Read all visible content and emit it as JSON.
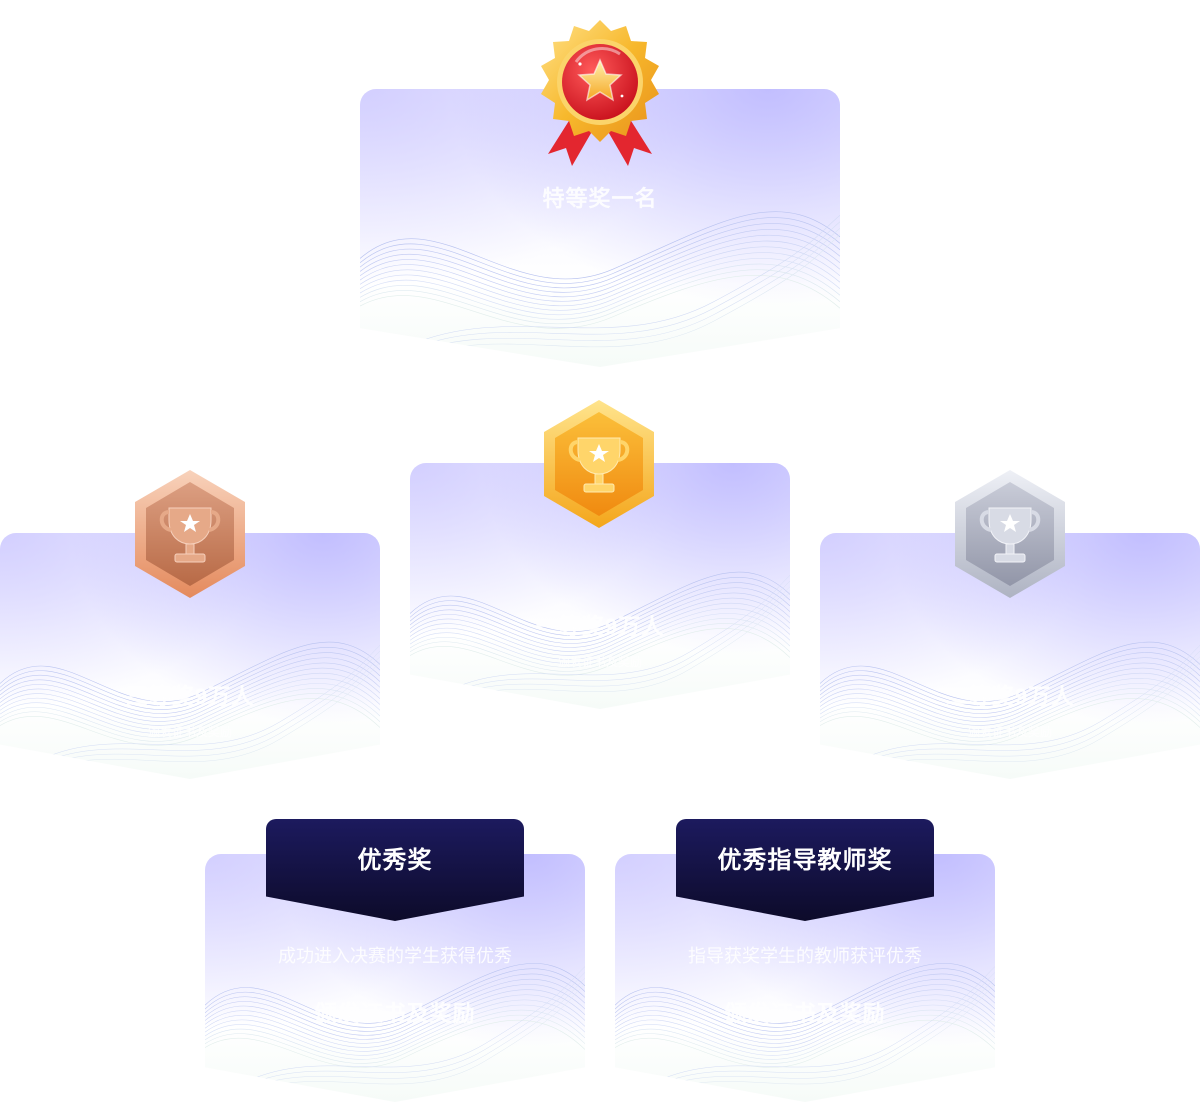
{
  "cards": [
    {
      "id": "first",
      "title": "特等奖一名",
      "subtitle": ""
    },
    {
      "id": "second-gold",
      "title": "一等奖9万人",
      "subtitle": "颁发证书及奖励"
    },
    {
      "id": "second-bronze",
      "title": "三等奖9万人",
      "subtitle": "颁发证书及奖励"
    },
    {
      "id": "second-silver",
      "title": "二等奖9万人",
      "subtitle": "颁发证书及奖励"
    }
  ],
  "banners": [
    {
      "label": "优秀奖",
      "line1": "成功进入决赛的学生获得优秀",
      "line2": "颁发证书及奖励"
    },
    {
      "label": "优秀指导教师奖",
      "line1": "指导获奖学生的教师获评优秀",
      "line2": "颁发证书及奖励"
    }
  ],
  "colors": {
    "banner_dark": "#0d0b2a",
    "banner_top": "#1c1a5e",
    "card_lavender": "#ecebff",
    "medal_red": "#e8222e",
    "medal_gold": "#f6b324",
    "bronze": "#d9865e",
    "silver": "#b4b7c4"
  },
  "icons": [
    "medal-star-icon",
    "gold-trophy-icon",
    "bronze-trophy-icon",
    "silver-trophy-icon"
  ]
}
